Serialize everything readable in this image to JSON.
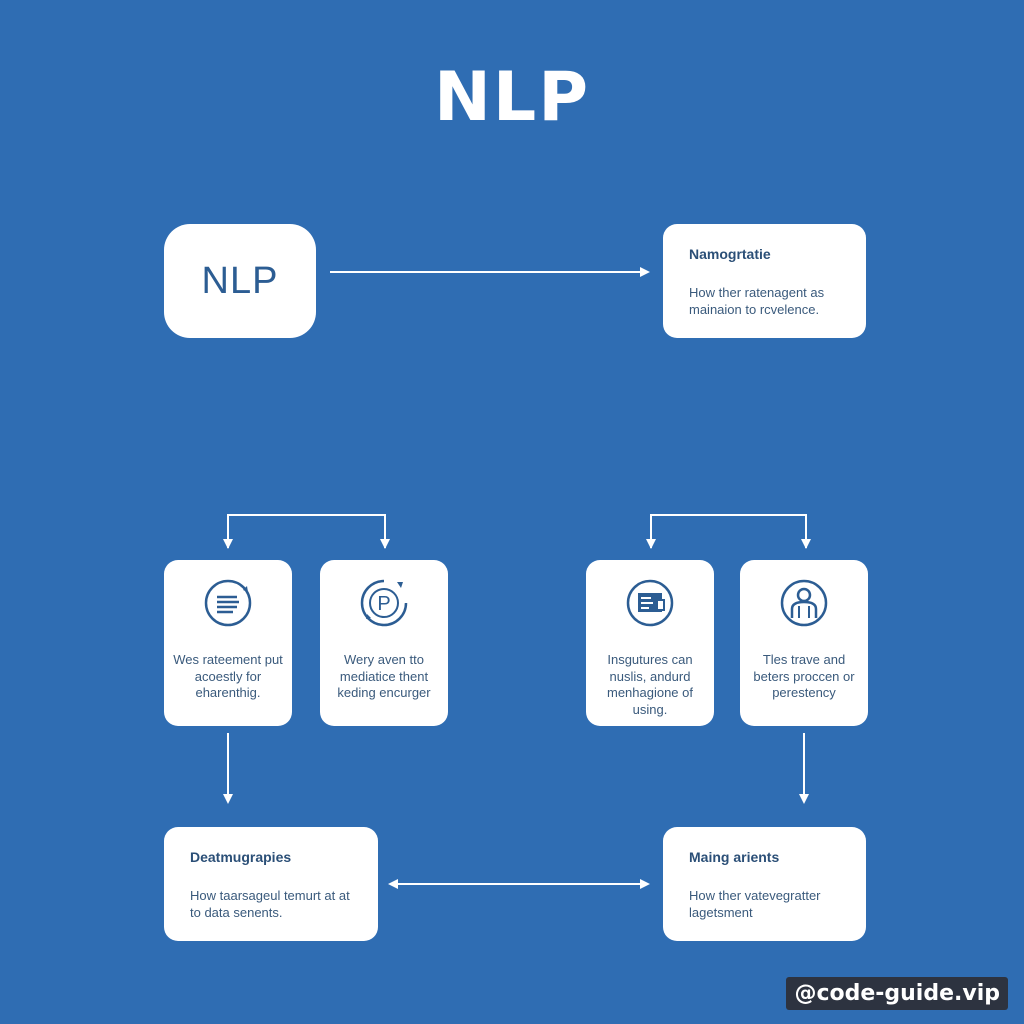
{
  "title": "NLP",
  "root_node": {
    "label": "NLP"
  },
  "top_right": {
    "title": "Namogrtatie",
    "text": "How ther ratenagent as mainaion to rcvelence."
  },
  "cards": [
    {
      "icon": "document-lines-icon",
      "text": "Wes rateement put acoestly for eharenthig."
    },
    {
      "icon": "p-cycle-icon",
      "text": "Wery aven tto mediatice thent keding encurger"
    },
    {
      "icon": "screen-document-icon",
      "text": "Insgutures can nuslis, andurd menhagione of using."
    },
    {
      "icon": "person-icon",
      "text": "Tles trave and beters proccen or perestency"
    }
  ],
  "bottom_left": {
    "title": "Deatmugrapies",
    "text": "How taarsageul temurt at at to data senents."
  },
  "bottom_right": {
    "title": "Maing arients",
    "text": "How ther vatevegratter lagetsment"
  },
  "watermark": "@code-guide.vip",
  "colors": {
    "background": "#2f6db3",
    "box": "#ffffff",
    "text": "#2b4f77",
    "icon": "#2c5d93"
  }
}
